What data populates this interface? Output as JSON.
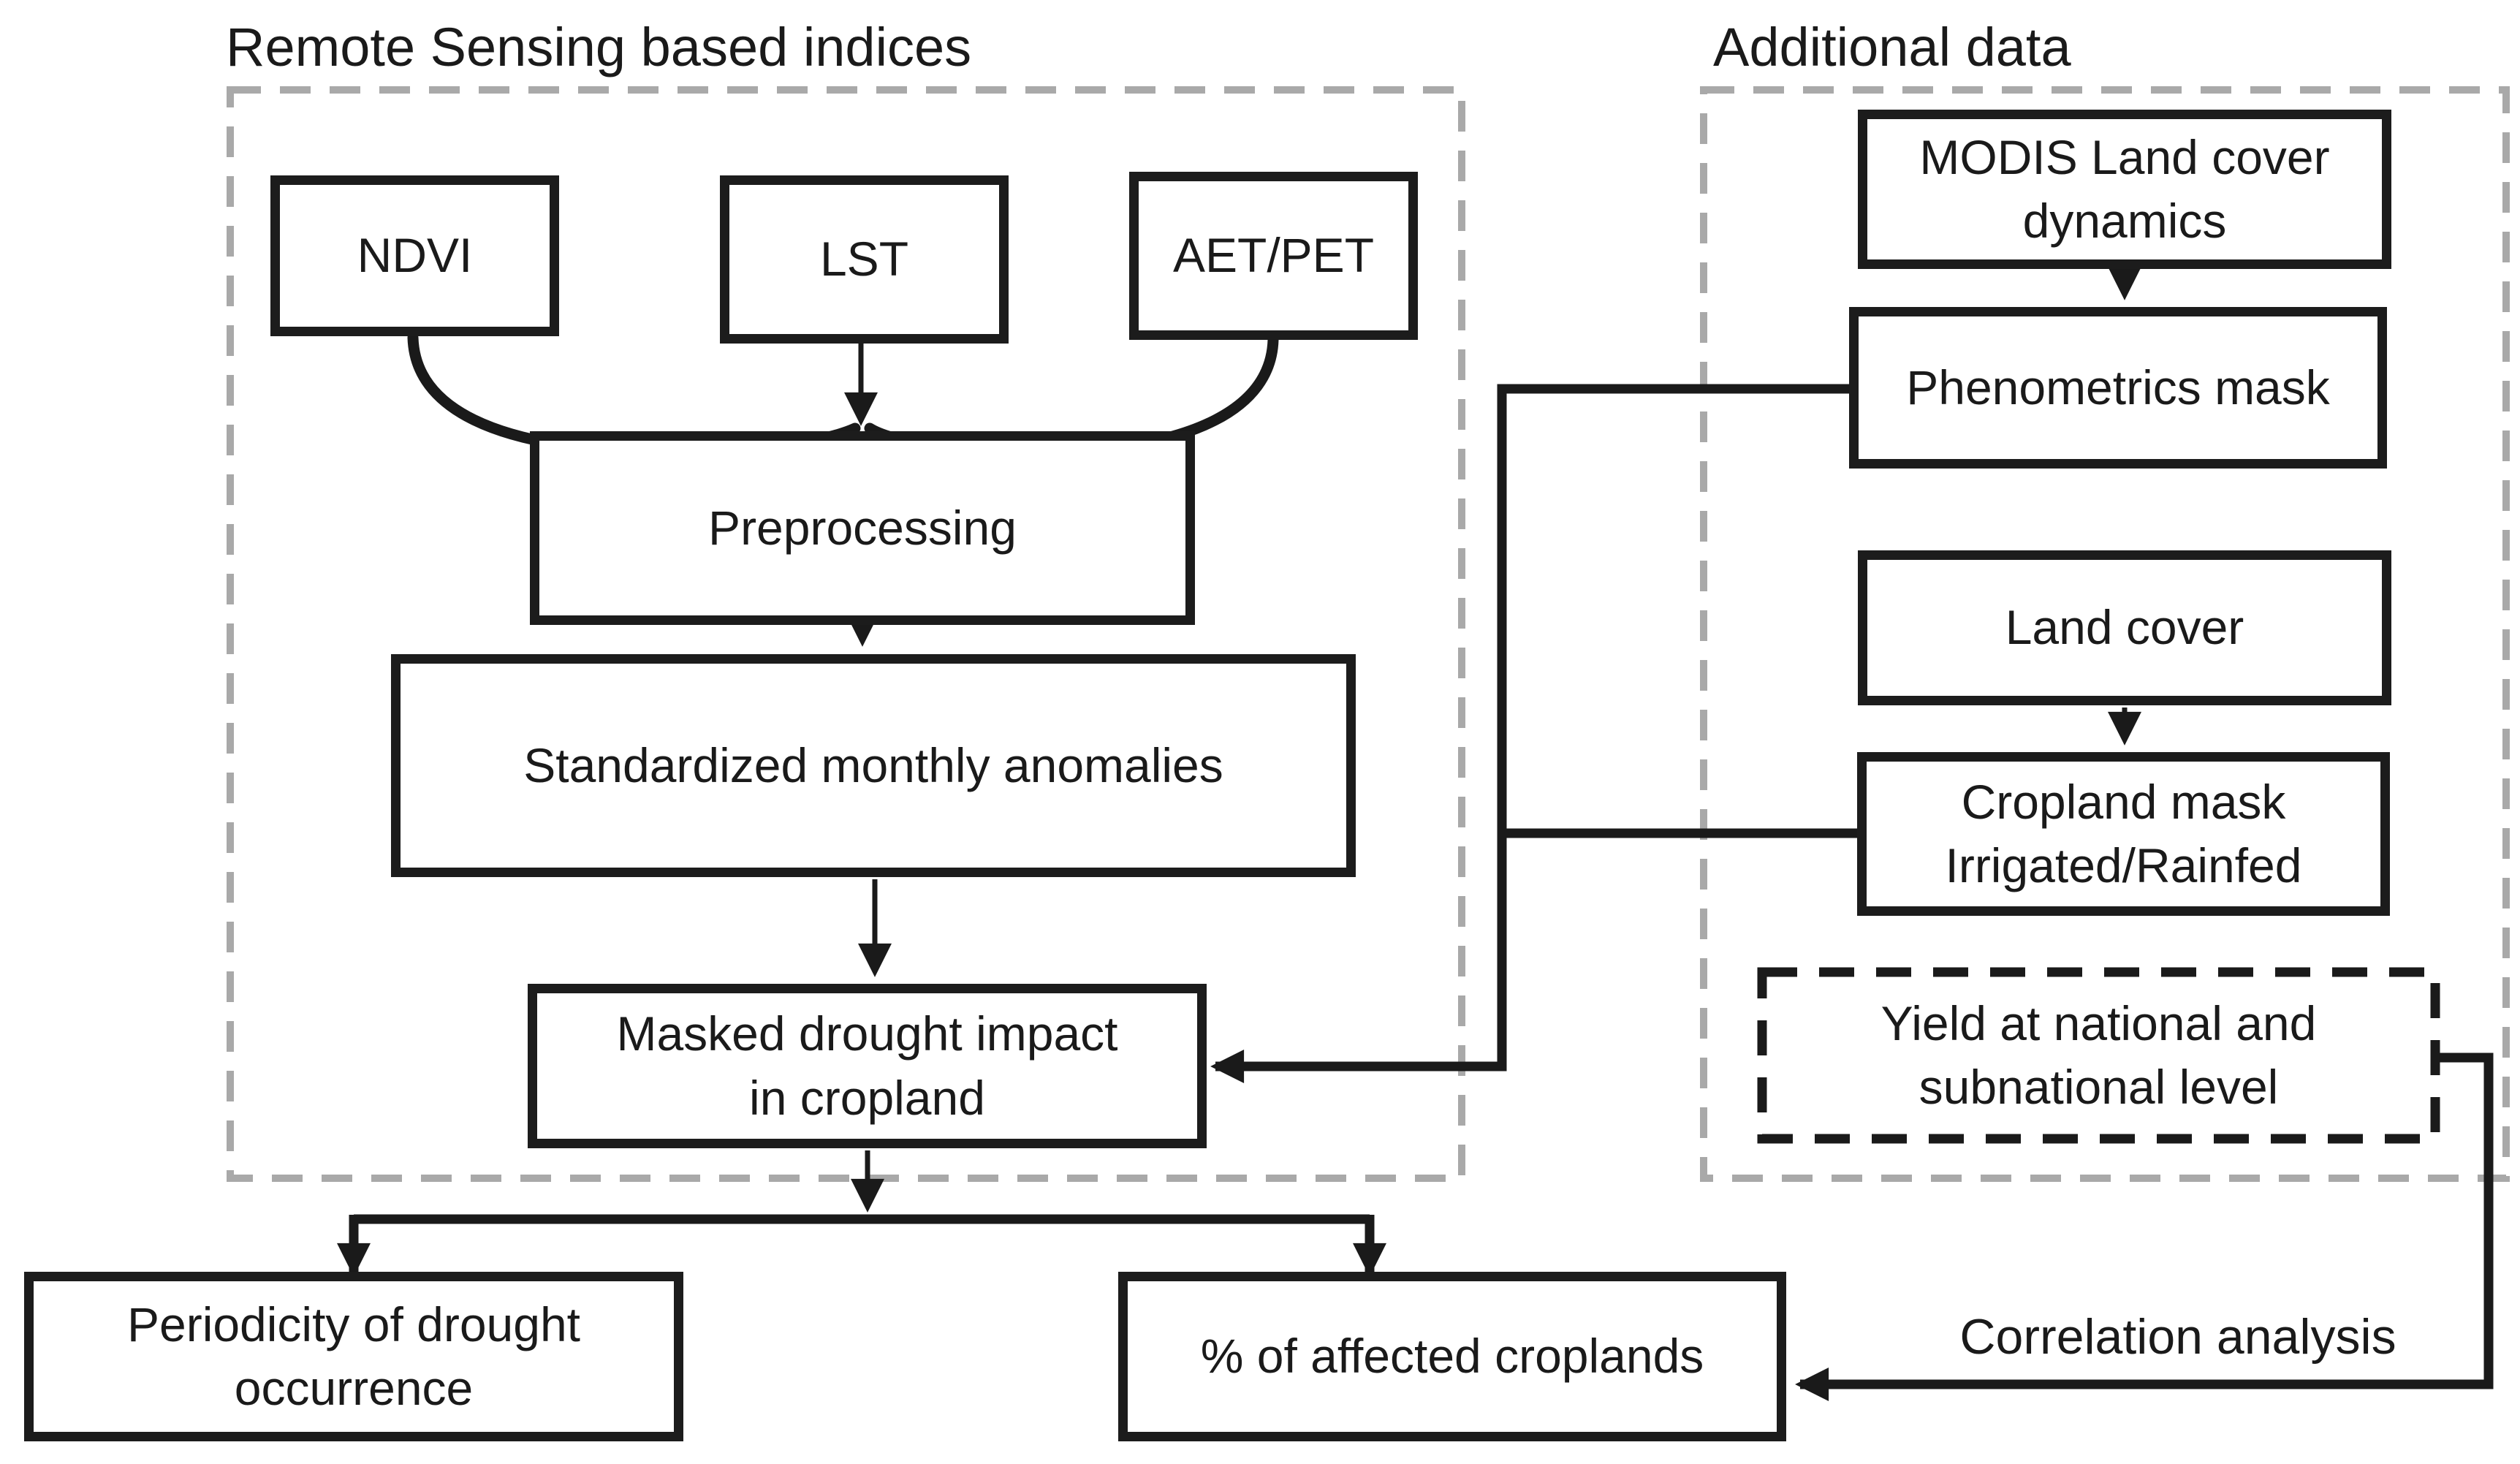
{
  "diagram": {
    "panels": {
      "remote_sensing": {
        "title": "Remote Sensing based indices"
      },
      "additional_data": {
        "title": "Additional data"
      }
    },
    "nodes": {
      "ndvi": {
        "label": "NDVI"
      },
      "lst": {
        "label": "LST"
      },
      "aet_pet": {
        "label": "AET/PET"
      },
      "preprocessing": {
        "label": "Preprocessing"
      },
      "standardized": {
        "label": "Standardized monthly anomalies"
      },
      "masked": {
        "lines": [
          "Masked drought impact",
          "in cropland"
        ]
      },
      "modis": {
        "lines": [
          "MODIS Land cover",
          "dynamics"
        ]
      },
      "phenometrics": {
        "label": "Phenometrics mask"
      },
      "land_cover": {
        "label": "Land cover"
      },
      "cropland_mask": {
        "lines": [
          "Cropland mask",
          "Irrigated/Rainfed"
        ]
      },
      "yield": {
        "lines": [
          "Yield at national and",
          "subnational level"
        ]
      },
      "periodicity": {
        "lines": [
          "Periodicity of drought",
          "occurrence"
        ]
      },
      "affected": {
        "label": "% of affected croplands"
      }
    },
    "annotations": {
      "correlation": "Correlation analysis"
    },
    "colors": {
      "background": "#ffffff",
      "box_border": "#1c1c1c",
      "line": "#1a1a1a",
      "panel_dash": "#a9a9a9",
      "text": "#1a1a1a"
    }
  }
}
